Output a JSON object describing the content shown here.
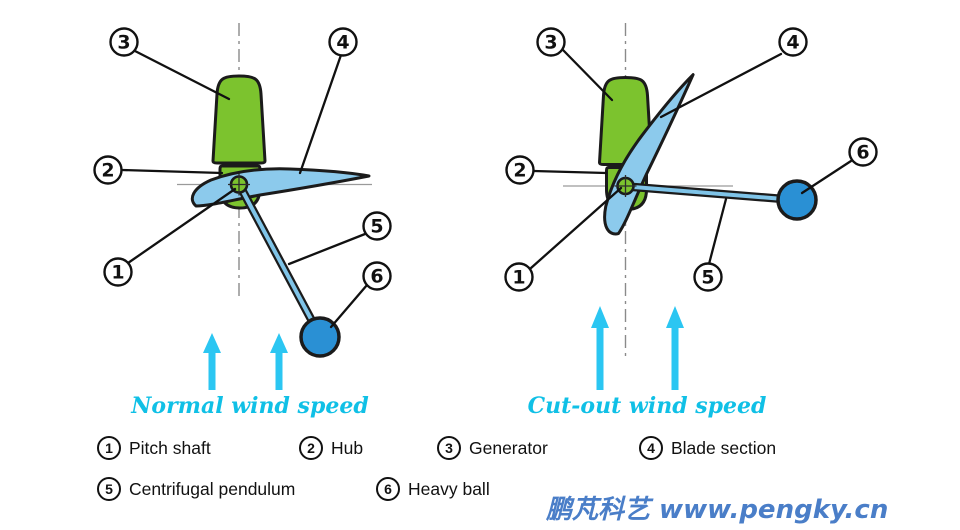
{
  "callouts": [
    "1",
    "2",
    "3",
    "4",
    "5",
    "6"
  ],
  "left": {
    "title": "Normal wind speed"
  },
  "right": {
    "title": "Cut-out wind speed"
  },
  "legend": {
    "items": [
      {
        "num": "1",
        "label": "Pitch shaft"
      },
      {
        "num": "2",
        "label": "Hub"
      },
      {
        "num": "3",
        "label": "Generator"
      },
      {
        "num": "4",
        "label": "Blade section"
      },
      {
        "num": "5",
        "label": "Centrifugal pendulum"
      },
      {
        "num": "6",
        "label": "Heavy ball"
      }
    ]
  },
  "watermark": {
    "text": "鹏芃科艺 www.pengky.cn"
  },
  "colors": {
    "generator_green": "#7cc32e",
    "blade_blue": "#8ccaec",
    "rod_blue": "#7fc4e8",
    "ball_blue": "#2a90d4",
    "outline": "#1b1b1b",
    "wind_arrow_cyan": "#2bc6f2",
    "caption_cyan": "#10c0e6",
    "watermark_blue": "#4a7ec8"
  }
}
